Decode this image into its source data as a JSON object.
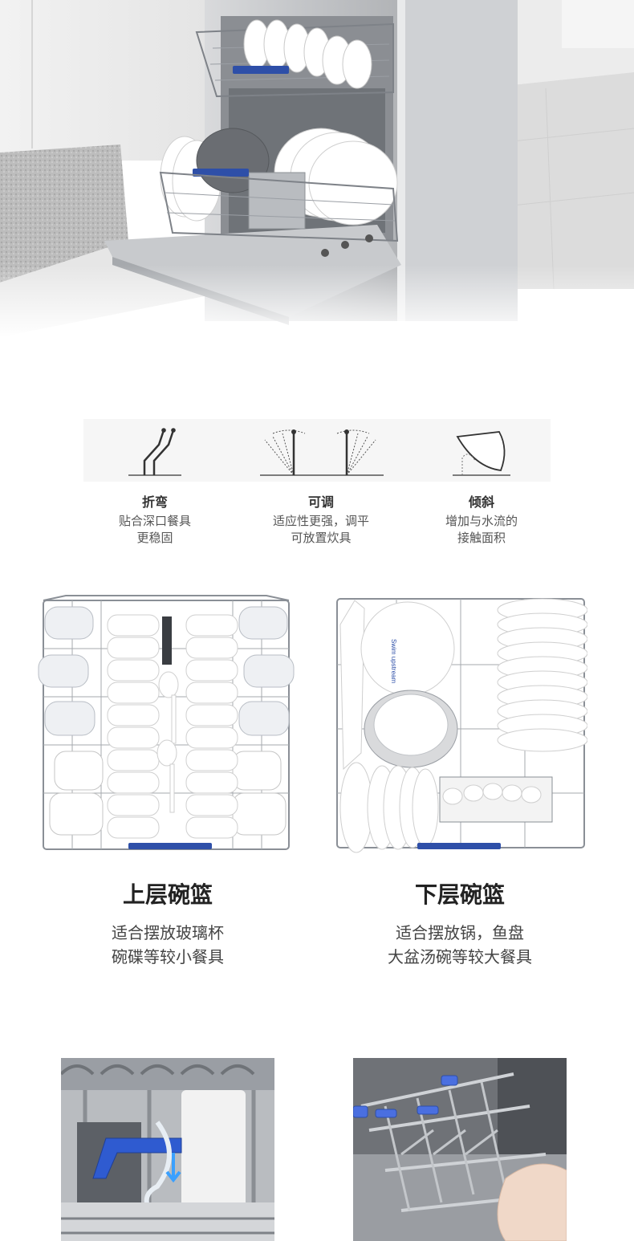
{
  "features": [
    {
      "icon": "bent-tines-icon",
      "title": "折弯",
      "lines": [
        "贴合深口餐具",
        "更稳固"
      ]
    },
    {
      "icon": "adjustable-tines-icon",
      "title": "可调",
      "lines": [
        "适应性更强，调平",
        "可放置炊具"
      ]
    },
    {
      "icon": "tilted-bowl-icon",
      "title": "倾斜",
      "lines": [
        "增加与水流的",
        "接触面积"
      ]
    }
  ],
  "baskets": {
    "upper": {
      "title": "上层碗篮",
      "lines": [
        "适合摆放玻璃杯",
        "碗碟等较小餐具"
      ]
    },
    "lower": {
      "title": "下层碗篮",
      "lines": [
        "适合摆放锅，鱼盘",
        "大盆汤碗等较大餐具"
      ]
    }
  },
  "bowl_print": "Swim upstream",
  "colors": {
    "accent_blue": "#2e4fa8",
    "rack_gray": "#8a8f96"
  }
}
